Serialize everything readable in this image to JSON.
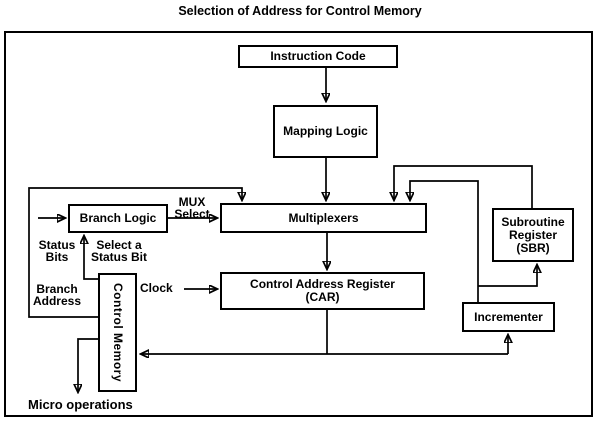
{
  "title": "Selection of Address for Control Memory",
  "diagram": {
    "boxes": {
      "instruction_code": "Instruction Code",
      "mapping_logic": "Mapping Logic",
      "multiplexers": "Multiplexers",
      "branch_logic": "Branch Logic",
      "car_line1": "Control Address Register",
      "car_line2": "(CAR)",
      "sbr_line1": "Subroutine",
      "sbr_line2": "Register",
      "sbr_line3": "(SBR)",
      "incrementer": "Incrementer",
      "control_memory": "Control Memory"
    },
    "labels": {
      "mux_select_line1": "MUX",
      "mux_select_line2": "Select",
      "status_bits_line1": "Status",
      "status_bits_line2": "Bits",
      "select_status_line1": "Select a",
      "select_status_line2": "Status Bit",
      "branch_address_line1": "Branch",
      "branch_address_line2": "Address",
      "clock": "Clock",
      "micro_operations": "Micro operations"
    },
    "colors": {
      "line": "#000000",
      "background": "#ffffff"
    }
  }
}
